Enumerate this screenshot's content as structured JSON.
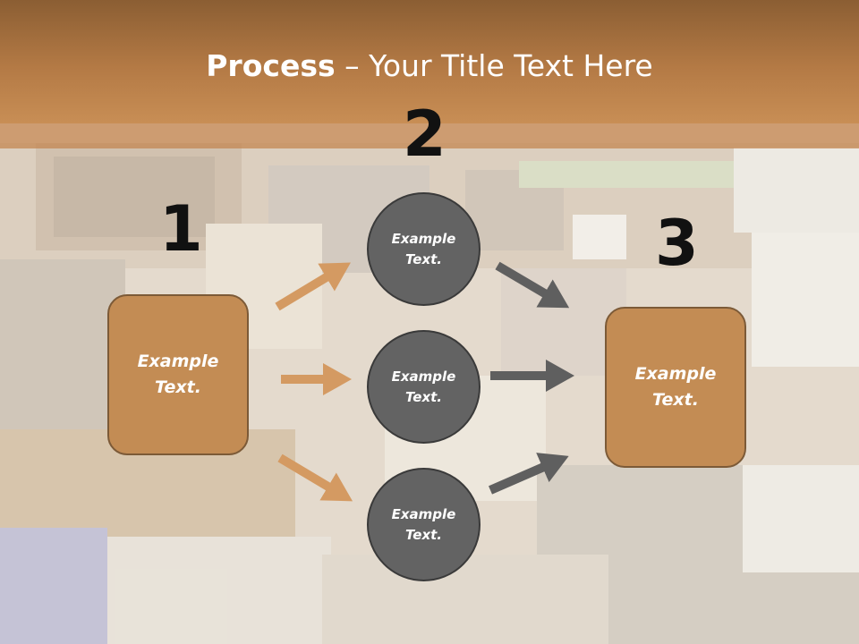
{
  "slide": {
    "title_bold": "Process",
    "title_rest": " – Your Title Text Here"
  },
  "steps": [
    {
      "number": "1",
      "box_text": "Example\nText."
    },
    {
      "number": "2",
      "circles": [
        "Example\nText.",
        "Example\nText.",
        "Example\nText."
      ]
    },
    {
      "number": "3",
      "box_text": "Example\nText."
    }
  ],
  "colors": {
    "header": "#b47a45",
    "box_fill": "#c38c54",
    "circle_fill": "#636363",
    "arrow_left": "#d49a62",
    "arrow_right": "#5f5f5f"
  }
}
